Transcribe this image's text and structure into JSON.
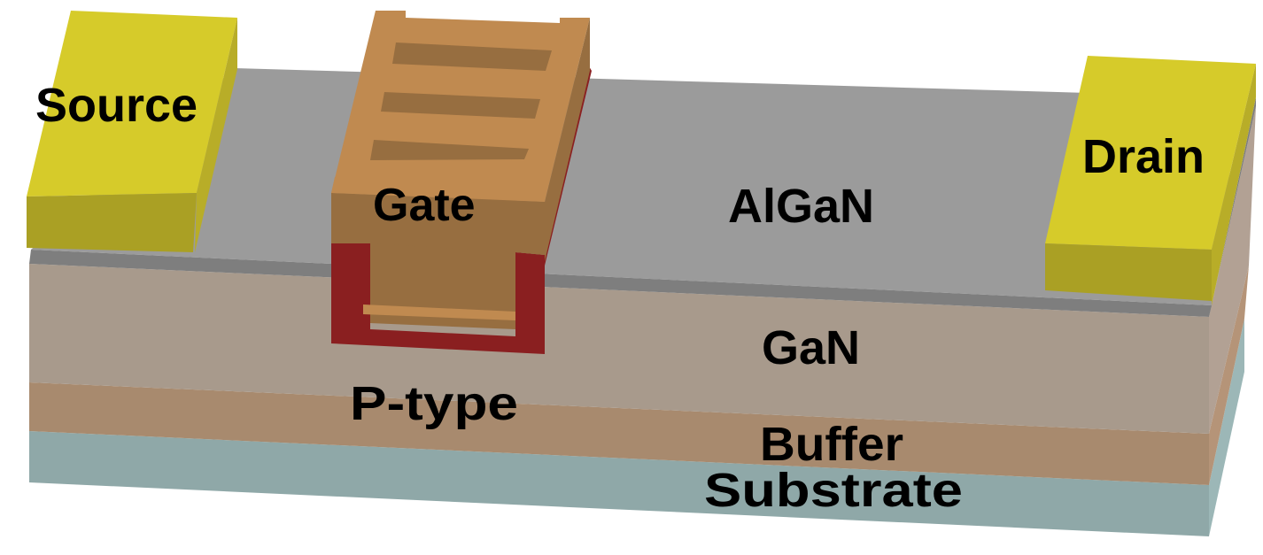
{
  "diagram": {
    "title": "",
    "type": "HEMT device cross-section (3D)",
    "labels": {
      "source": "Source",
      "gate": "Gate",
      "drain": "Drain",
      "algan": "AlGaN",
      "gan": "GaN",
      "ptype": "P-type",
      "buffer": "Buffer",
      "substrate": "Substrate"
    },
    "colors": {
      "contact_top": "#d6cb2a",
      "contact_front": "#aaa024",
      "contact_side": "#b8ad28",
      "algan_top": "#9b9b9b",
      "algan_front": "#7e7e7e",
      "gan_front": "#a89a8c",
      "gan_side": "#b2a194",
      "buffer_front": "#a88a6e",
      "buffer_side": "#b59478",
      "substrate_front": "#8fa8a8",
      "substrate_side": "#9cb7b7",
      "gate_top": "#c08a50",
      "gate_front": "#976e40",
      "gate_slot": "#976e40",
      "ptype": "#8a1f20"
    }
  }
}
